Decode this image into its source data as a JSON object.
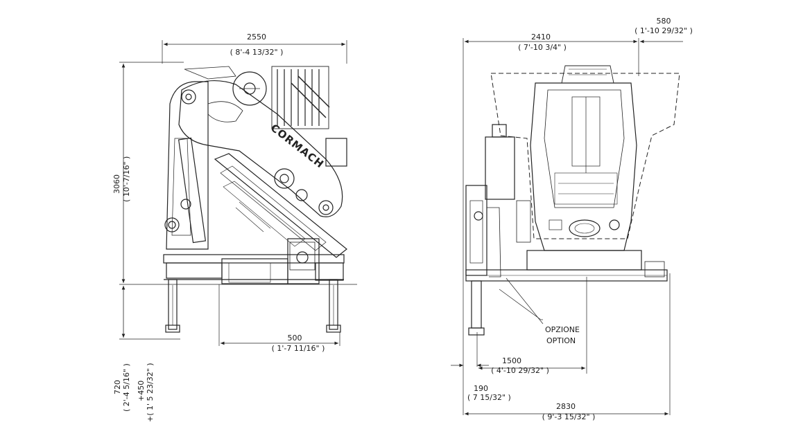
{
  "brand": "CORMACH",
  "side_view": {
    "width_mm": "2550",
    "width_in": "( 8'-4 13/32\" )",
    "height_mm": "3060",
    "height_in": "( 10'-7/16\" )",
    "outrigger_offset_mm": "500",
    "outrigger_offset_in": "( 1'-7 11/16\" )",
    "stabilizer_mm": "720",
    "stabilizer_in": "( 2'-4 5/16\" )",
    "stabilizer_extra_mm": "+450",
    "stabilizer_extra_in": "+( 1' 5 23/32\" )"
  },
  "front_view": {
    "width_mm": "2410",
    "width_in": "( 7'-10 3/4\" )",
    "offset_mm": "580",
    "offset_in": "( 1'-10 29/32\" )",
    "option_it": "OPZIONE",
    "option_en": "OPTION",
    "half_span_mm": "1500",
    "half_span_in": "( 4'-10 29/32\" )",
    "edge_mm": "190",
    "edge_in": "( 7 15/32\" )",
    "total_mm": "2830",
    "total_in": "( 9'-3 15/32\" )"
  }
}
